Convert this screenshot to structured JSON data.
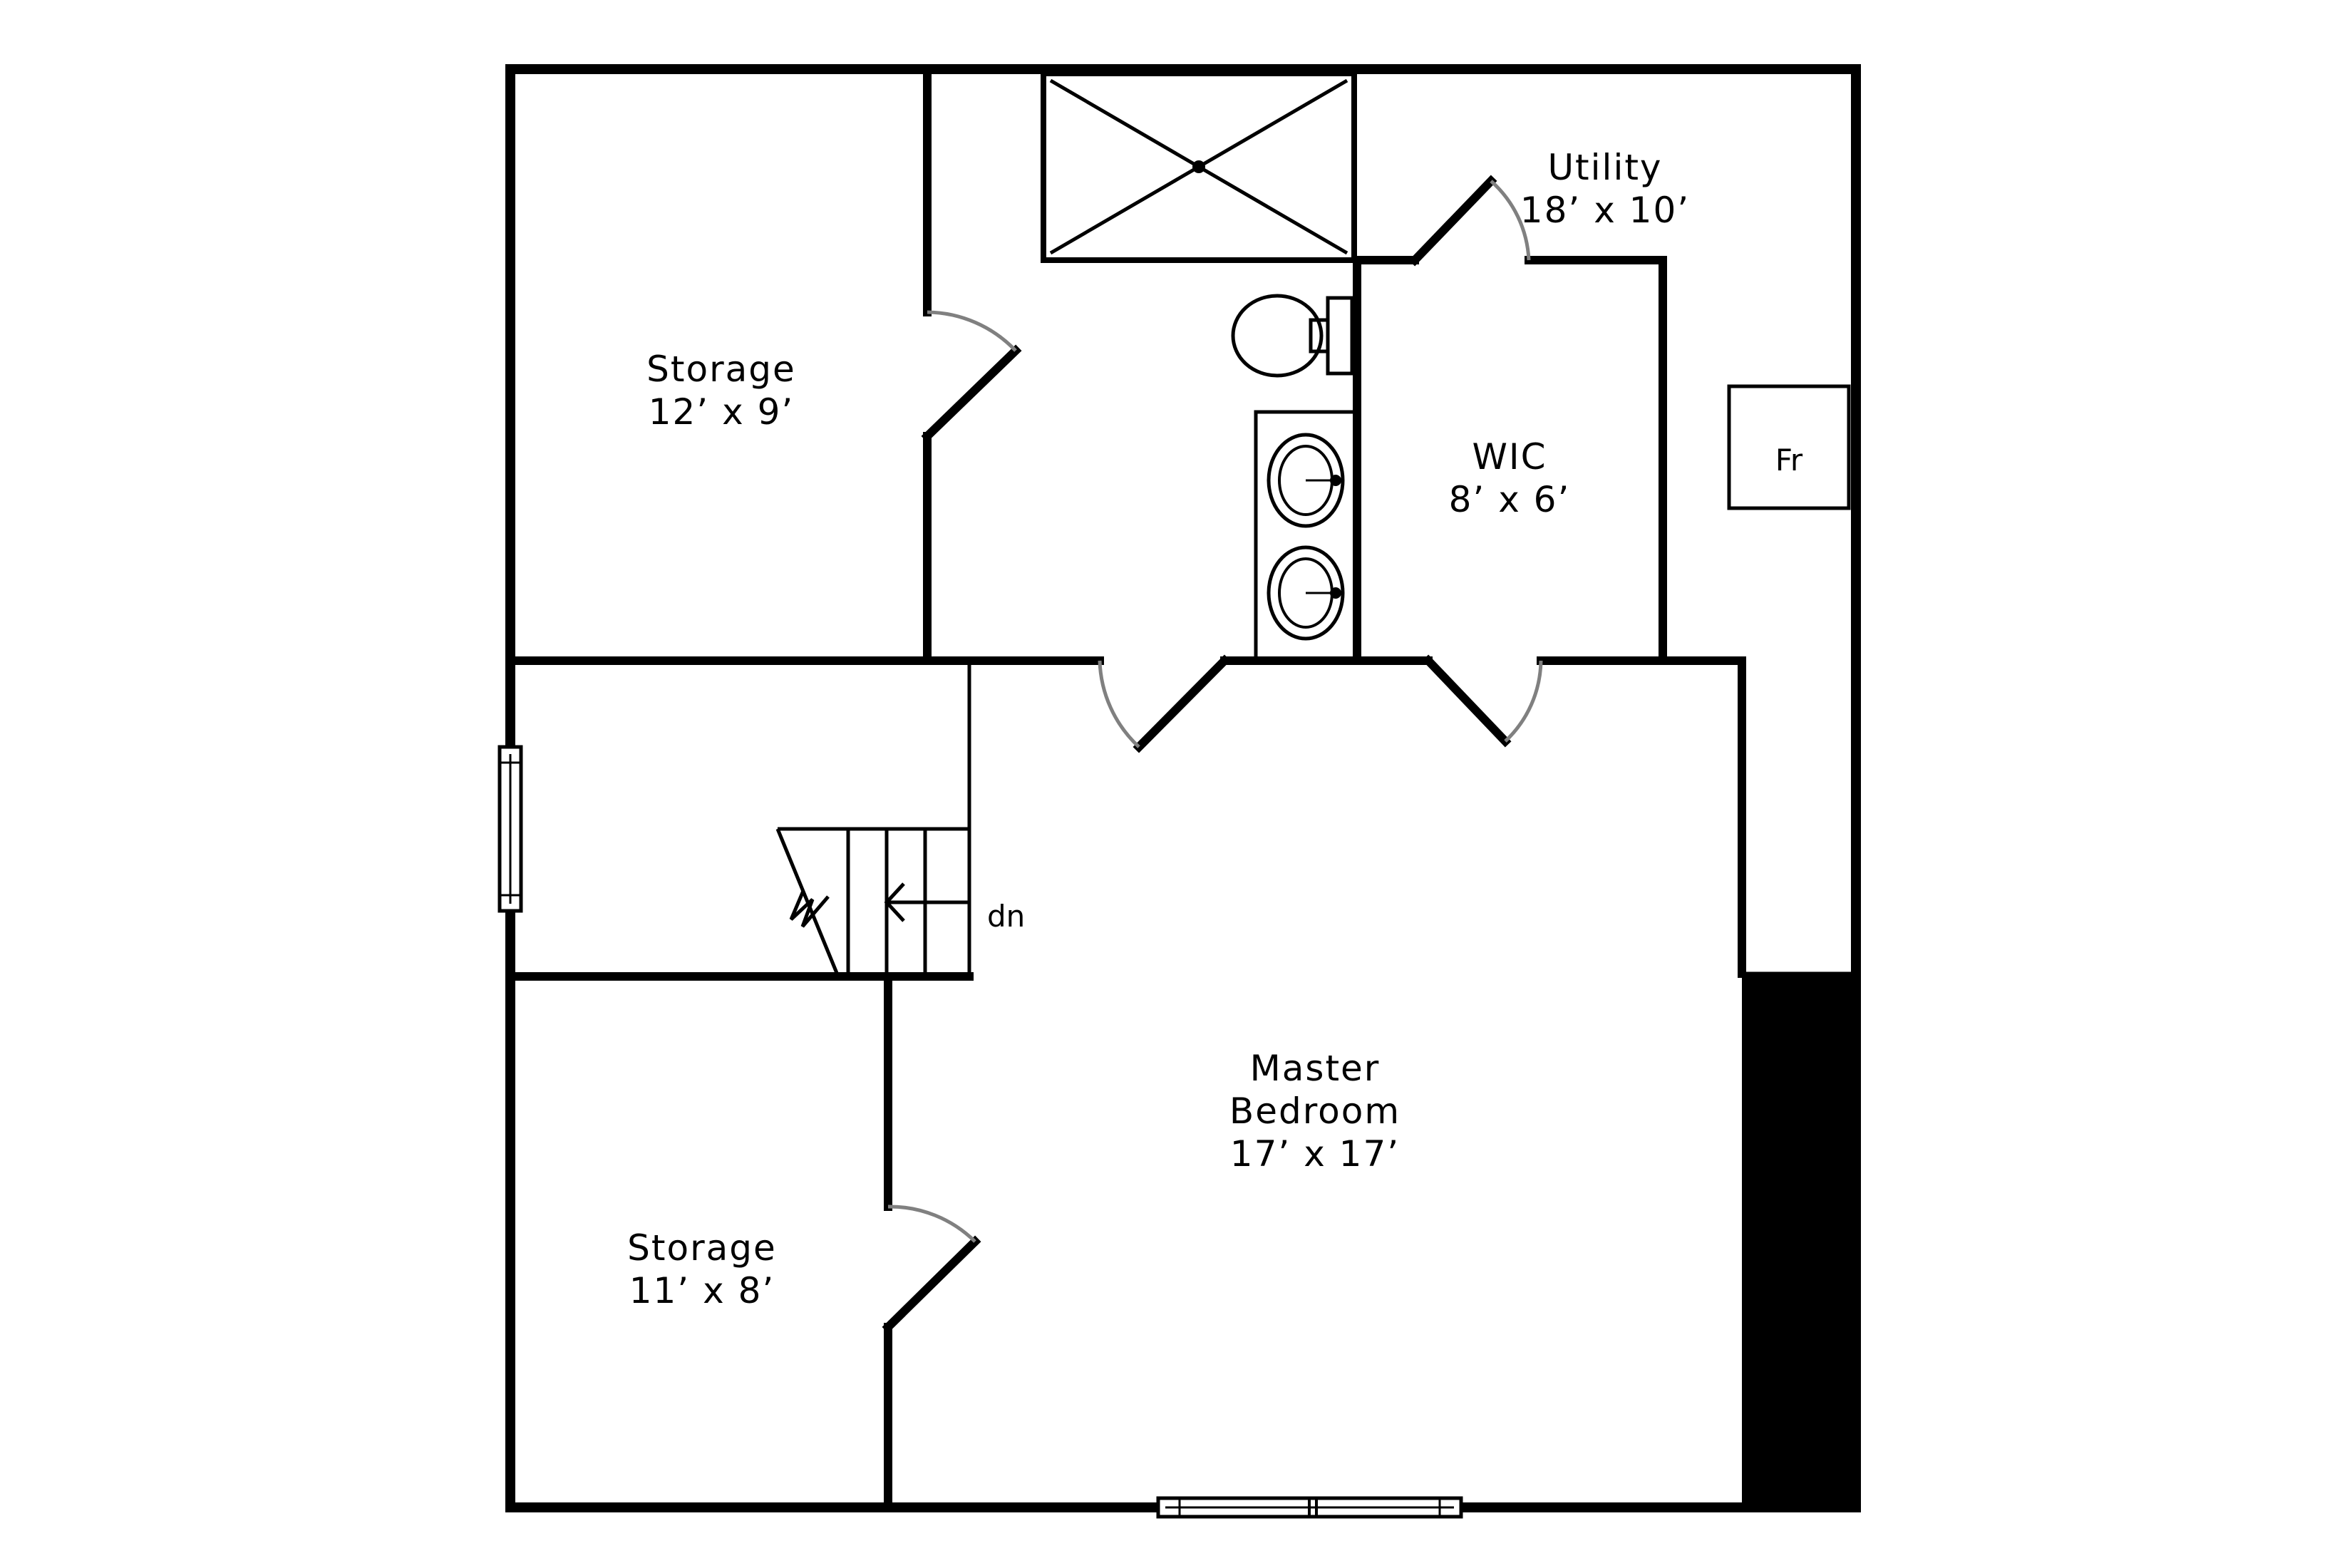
{
  "rooms": {
    "storage_top": {
      "name": "Storage",
      "dims": "12’ x 9’"
    },
    "utility": {
      "name": "Utility",
      "dims": "18’ x 10’"
    },
    "wic": {
      "name": "WIC",
      "dims": "8’ x 6’"
    },
    "master": {
      "name_line1": "Master",
      "name_line2": "Bedroom",
      "dims": "17’ x 17’"
    },
    "storage_bottom": {
      "name": "Storage",
      "dims": "11’ x 8’"
    }
  },
  "fixtures": {
    "fridge": "Fr",
    "stairs_direction": "dn"
  },
  "colors": {
    "wall": "#000000",
    "door_swing": "#808080",
    "background": "#ffffff"
  }
}
